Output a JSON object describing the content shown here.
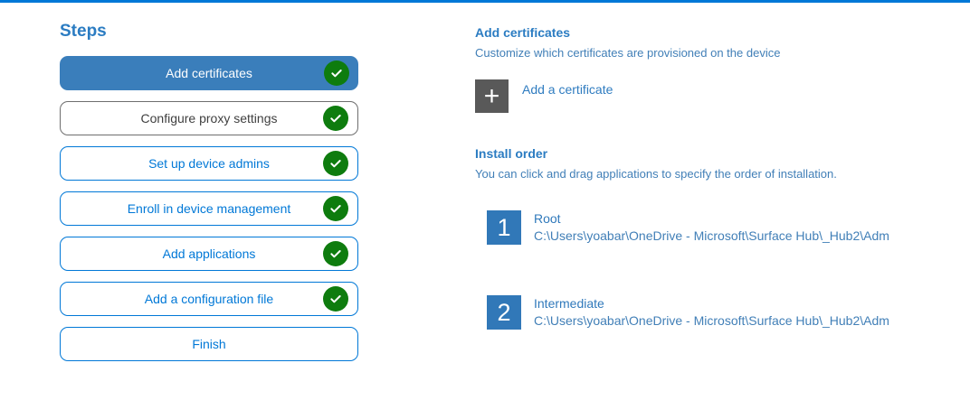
{
  "colors": {
    "top_bar": "#0078d7",
    "selected_step_bg": "#3a7ebb",
    "outline_blue": "#0078d7",
    "outline_gray": "#6e6e6e",
    "check_green": "#0e7c0e",
    "plus_square_gray": "#595959",
    "number_square_blue": "#3178b8",
    "heading_blue": "#2b7cc2",
    "body_text_blue": "#417fb7"
  },
  "steps_panel": {
    "title": "Steps",
    "items": [
      {
        "label": "Add certificates",
        "state": "selected",
        "checked": true
      },
      {
        "label": "Configure proxy settings",
        "state": "gray-outline",
        "checked": true
      },
      {
        "label": "Set up device admins",
        "state": "blue-outline",
        "checked": true
      },
      {
        "label": "Enroll in device management",
        "state": "blue-outline",
        "checked": true
      },
      {
        "label": "Add applications",
        "state": "blue-outline",
        "checked": true
      },
      {
        "label": "Add a configuration file",
        "state": "blue-outline",
        "checked": true
      },
      {
        "label": "Finish",
        "state": "blue-outline",
        "checked": false
      }
    ]
  },
  "content": {
    "section_title": "Add certificates",
    "section_subtitle": "Customize which certificates are provisioned on the device",
    "add_certificate": {
      "plus_glyph": "+",
      "label": "Add a certificate"
    },
    "install_order": {
      "title": "Install order",
      "subtitle": "You can click and drag applications to specify the order of installation.",
      "items": [
        {
          "number": "1",
          "name": "Root",
          "path": "C:\\Users\\yoabar\\OneDrive - Microsoft\\Surface Hub\\_Hub2\\Adm"
        },
        {
          "number": "2",
          "name": "Intermediate",
          "path": "C:\\Users\\yoabar\\OneDrive - Microsoft\\Surface Hub\\_Hub2\\Adm"
        }
      ]
    }
  }
}
